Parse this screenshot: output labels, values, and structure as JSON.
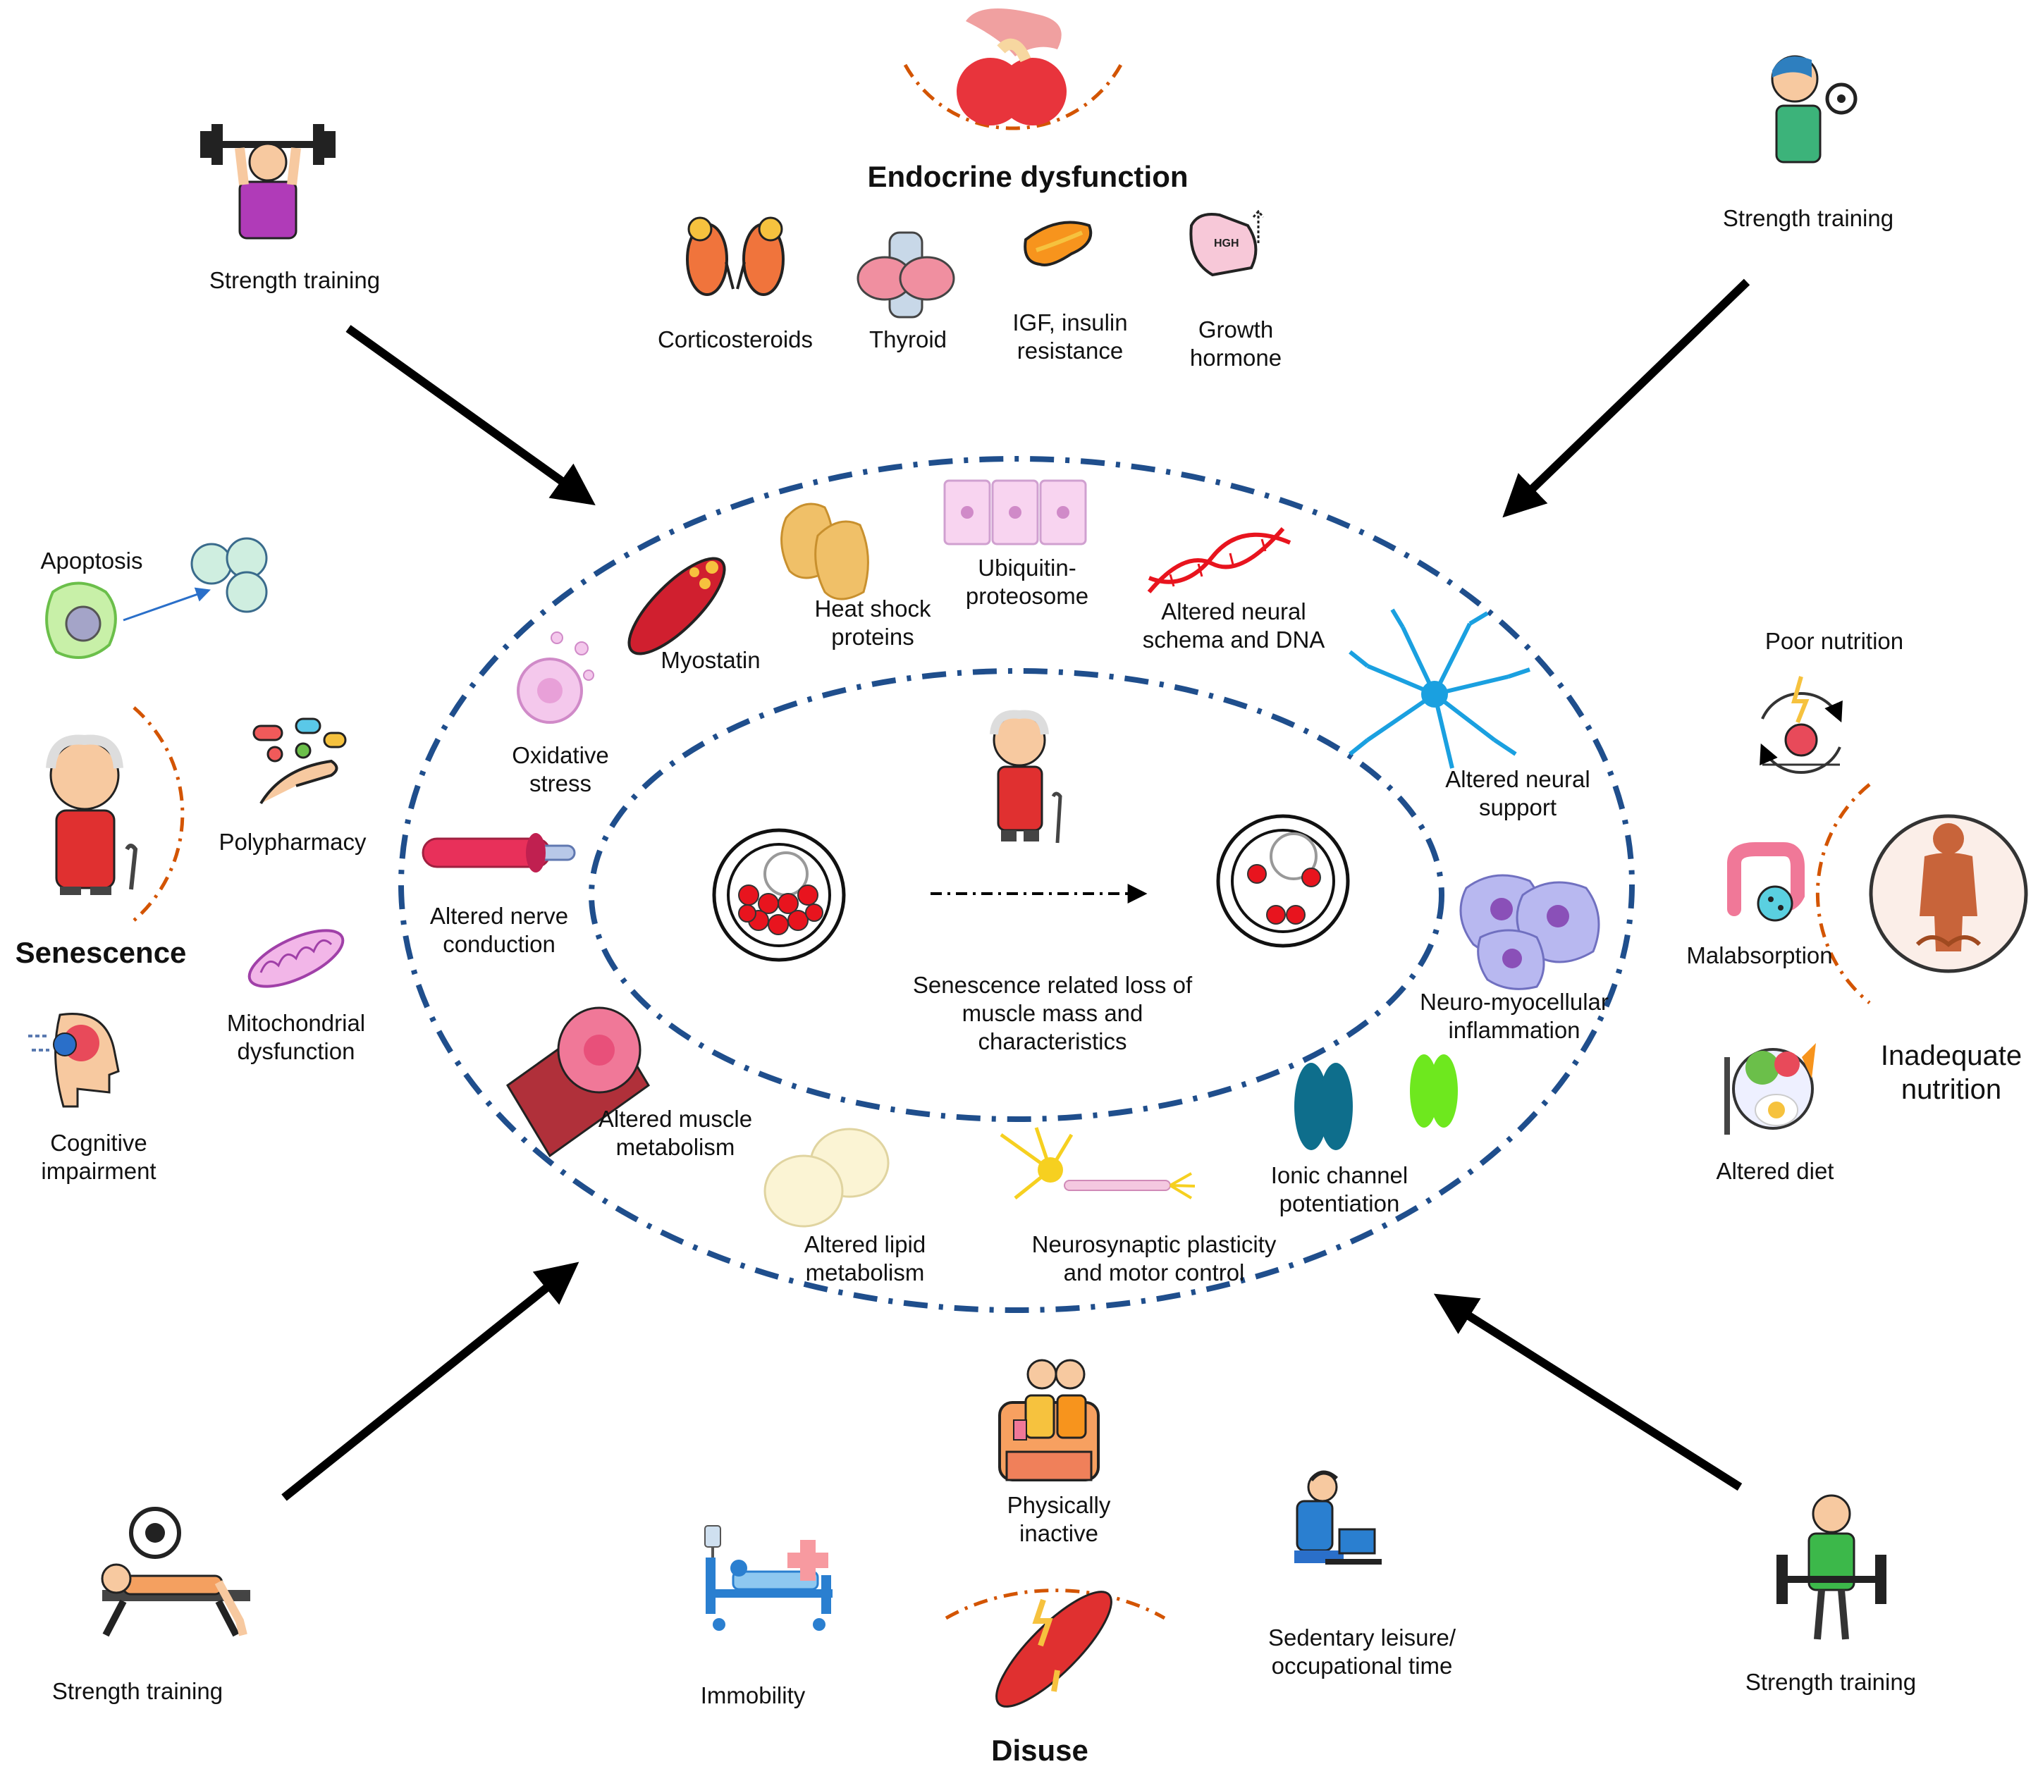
{
  "headers": {
    "endocrine": "Endocrine dysfunction",
    "senescence": "Senescence",
    "inadequate_nutrition": "Inadequate\nnutrition",
    "disuse": "Disuse"
  },
  "strength_training": {
    "top_left": "Strength training",
    "top_right": "Strength training",
    "bottom_left": "Strength training",
    "bottom_right": "Strength training"
  },
  "endocrine_items": {
    "corticosteroids": "Corticosteroids",
    "thyroid": "Thyroid",
    "igf": "IGF, insulin\nresistance",
    "growth_hormone": "Growth\nhormone",
    "hgh_tag": "HGH"
  },
  "senescence_items": {
    "apoptosis": "Apoptosis",
    "polypharmacy": "Polypharmacy",
    "mitochondrial": "Mitochondrial\ndysfunction",
    "cognitive": "Cognitive\nimpairment"
  },
  "nutrition_items": {
    "poor": "Poor nutrition",
    "malabsorption": "Malabsorption",
    "altered_diet": "Altered diet"
  },
  "disuse_items": {
    "physically_inactive": "Physically\ninactive",
    "immobility": "Immobility",
    "sedentary": "Sedentary leisure/\noccupational time"
  },
  "outer_ring": {
    "oxidative_stress": "Oxidative\nstress",
    "myostatin": "Myostatin",
    "heat_shock": "Heat shock\nproteins",
    "ubiquitin": "Ubiquitin-\nproteosome",
    "altered_neural_dna": "Altered neural\nschema and DNA",
    "altered_neural_support": "Altered neural\nsupport",
    "altered_nerve": "Altered nerve\nconduction",
    "neuro_myocellular": "Neuro-myocellular\ninflammation",
    "altered_muscle": "Altered muscle\nmetabolism",
    "ionic_channel": "Ionic channel\npotentiation",
    "altered_lipid": "Altered lipid\nmetabolism",
    "neurosynaptic": "Neurosynaptic plasticity\nand motor control"
  },
  "center": {
    "caption": "Senescence related loss of\nmuscle mass and\ncharacteristics"
  },
  "colors": {
    "ellipse_blue": "#1f4e8c",
    "arc_orange": "#d35400",
    "arrow_black": "#000000",
    "muscle_red": "#e8141e"
  }
}
